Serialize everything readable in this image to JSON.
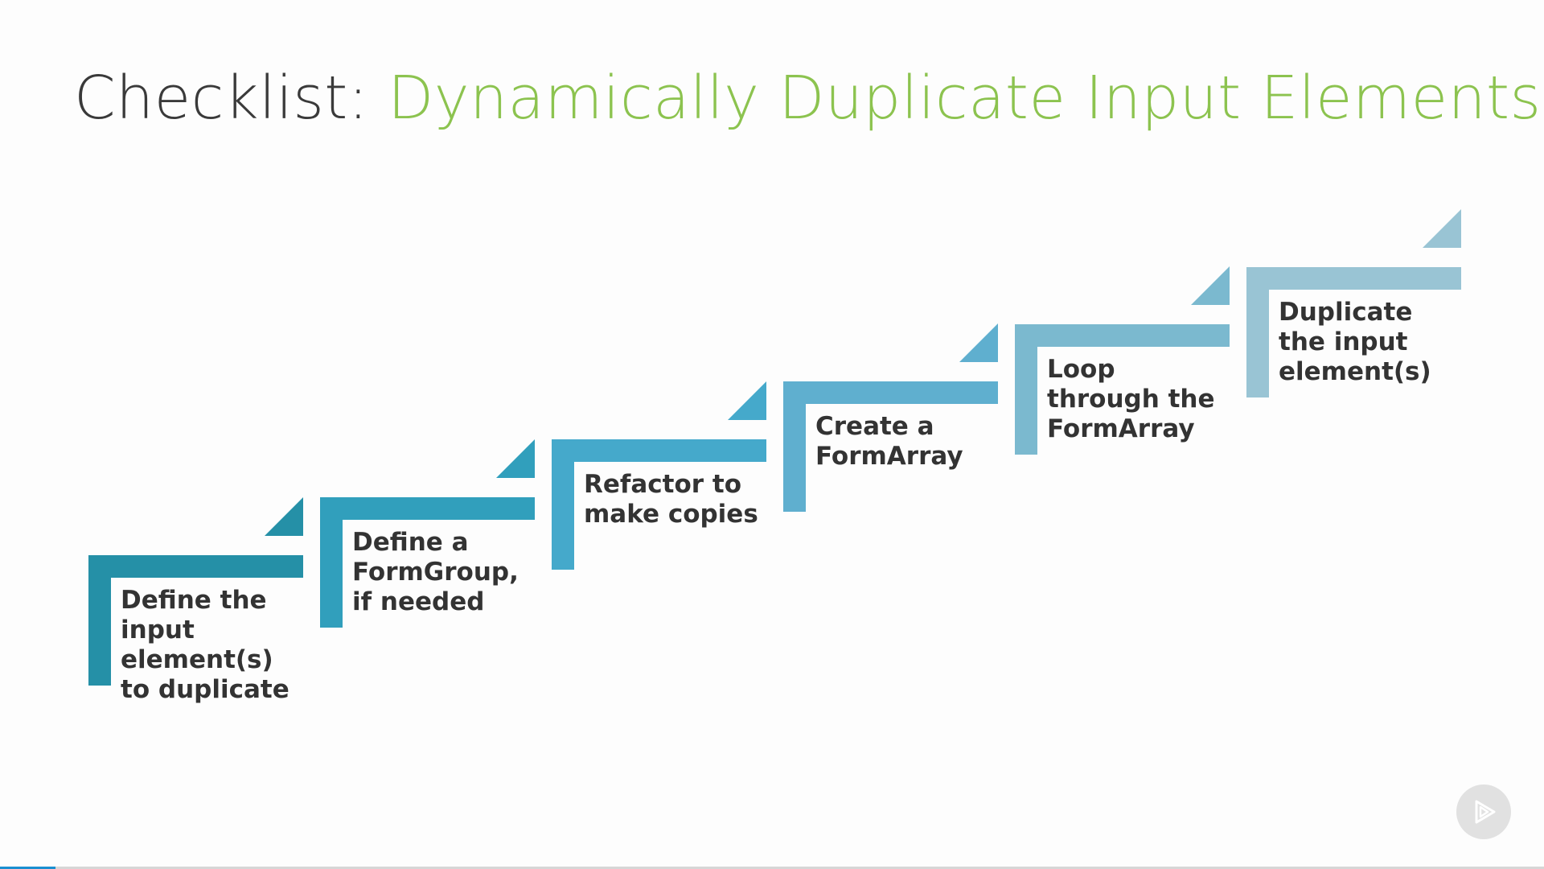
{
  "title": {
    "prefix": "Checklist:",
    "accent": "Dynamically Duplicate Input Elements",
    "prefix_color": "#3a3a3a",
    "accent_color": "#8cc34f"
  },
  "steps": [
    {
      "label": "Define the\ninput\nelement(s)\nto duplicate",
      "color": "#2590a7"
    },
    {
      "label": "Define a\nFormGroup,\nif needed",
      "color": "#319fbc"
    },
    {
      "label": "Refactor to\nmake copies",
      "color": "#45a9cb"
    },
    {
      "label": "Create a\nFormArray",
      "color": "#5fafcf"
    },
    {
      "label": "Loop\nthrough the\nFormArray",
      "color": "#7bb9cf"
    },
    {
      "label": "Duplicate\nthe input\nelement(s)",
      "color": "#99c4d4"
    }
  ],
  "player": {
    "play_icon": "play-icon",
    "progress": 0.036,
    "progress_color": "#1a8fd1"
  }
}
